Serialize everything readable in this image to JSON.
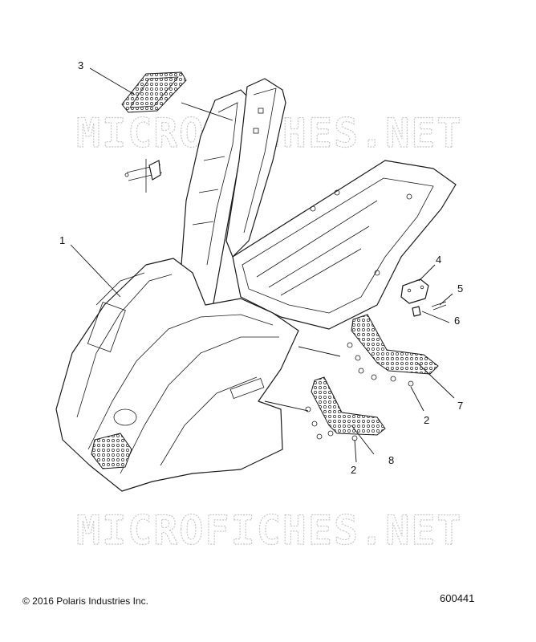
{
  "watermark": {
    "top_text": "MICROFICHES.NET",
    "bottom_text": "MICROFICHES.NET"
  },
  "callouts": [
    {
      "id": "callout-1",
      "label": "1"
    },
    {
      "id": "callout-2a",
      "label": "2"
    },
    {
      "id": "callout-2b",
      "label": "2"
    },
    {
      "id": "callout-3",
      "label": "3"
    },
    {
      "id": "callout-4",
      "label": "4"
    },
    {
      "id": "callout-5",
      "label": "5"
    },
    {
      "id": "callout-6",
      "label": "6"
    },
    {
      "id": "callout-7",
      "label": "7"
    },
    {
      "id": "callout-8",
      "label": "8"
    }
  ],
  "footer": {
    "copyright": "© 2016 Polaris Industries Inc.",
    "diagram_number": "600441"
  }
}
